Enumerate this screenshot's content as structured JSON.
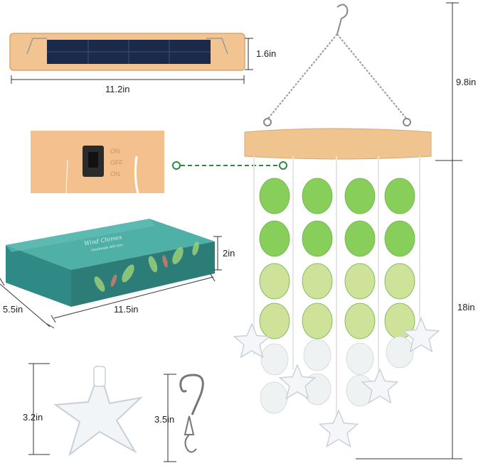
{
  "dimensions": {
    "panel_height": "1.6in",
    "panel_width": "11.2in",
    "box_height": "2in",
    "box_depth": "5.5in",
    "box_width": "11.5in",
    "hanger_height": "9.8in",
    "chime_height": "18in",
    "starfish_height": "3.2in",
    "hook_height": "3.5in"
  },
  "switch": {
    "on_top": "ON",
    "off": "OFF",
    "on_bottom": "ON"
  },
  "box": {
    "brand": "Wind Chimes",
    "tagline": "Handmade with love"
  },
  "colors": {
    "wood": "#f0c48e",
    "solar": "#1c2a4a",
    "box_teal": "#2f8a86",
    "shell_green": "#7cc94a",
    "shell_light": "#c9df8f",
    "shell_white": "#eef2f2",
    "dashed_line": "#2e8b3c"
  }
}
